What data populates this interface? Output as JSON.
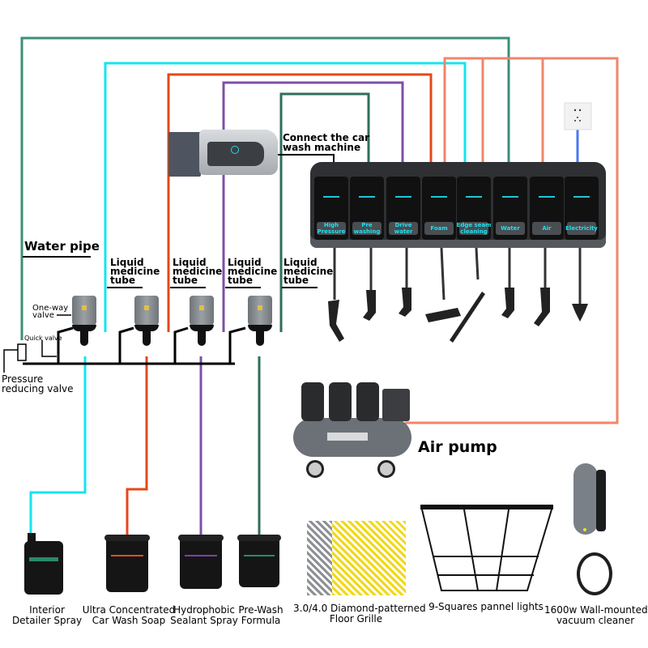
{
  "labels": {
    "water_pipe": "Water pipe",
    "liquid_tube": [
      "Liquid\nmedicine\ntube",
      "Liquid\nmedicine\ntube",
      "Liquid\nmedicine\ntube",
      "Liquid\nmedicine\ntube"
    ],
    "one_way_valve": "One-way\nvalve",
    "quick_valve": "Quick valve",
    "pressure_reducing_valve": "Pressure\nreducing valve",
    "connect_machine": "Connect the car\nwash machine",
    "air_pump": "Air pump"
  },
  "station_bays": [
    {
      "label": "High\nPressure"
    },
    {
      "label": "Pre\nwashing"
    },
    {
      "label": "Drive\nwater"
    },
    {
      "label": "Foam"
    },
    {
      "label": "Edge seam\ncleaning"
    },
    {
      "label": "Water"
    },
    {
      "label": "Air"
    },
    {
      "label": "Electricity"
    }
  ],
  "products": [
    {
      "name": "Interior\nDetailer Spray",
      "accent": "#2a8a6a"
    },
    {
      "name": "Ultra Concentrated\nCar Wash Soap",
      "accent": "#e05020"
    },
    {
      "name": "Hydrophobic\nSealant Spray",
      "accent": "#7a40b0"
    },
    {
      "name": "Pre-Wash\nFormula",
      "accent": "#2a8a6a"
    }
  ],
  "accessories": [
    {
      "name": "3.0/4.0 Diamond-patterned\nFloor Grille"
    },
    {
      "name": "9-Squares pannel lights"
    },
    {
      "name": "1600w Wall-mounted\nvacuum cleaner"
    }
  ],
  "colors": {
    "water_line": "#3a8f78",
    "cyan_line": "#14e4f0",
    "orange_line": "#e4481a",
    "purple_line": "#7c4fa8",
    "green_line": "#2f6e5c",
    "salmon_line": "#f2856a",
    "blue_line": "#4a78f0"
  }
}
